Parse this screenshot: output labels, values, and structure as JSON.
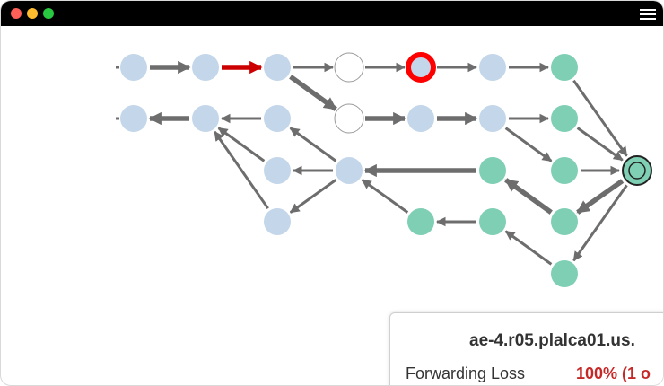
{
  "colors": {
    "window_bg": "#ffffff",
    "titlebar": "#000000",
    "traffic_red": "#fe5f57",
    "traffic_yellow": "#febc2e",
    "traffic_green": "#28c840",
    "node_blue": "#c3d6ea",
    "node_green": "#7fcfb5",
    "node_empty": "#ffffff",
    "node_alert_ring": "#ff0000",
    "edge_gray": "#6d6d6d",
    "edge_red": "#cc0000",
    "loss_red": "#c62828"
  },
  "titlebar": {
    "menu_icon": "hamburger-menu-icon"
  },
  "graph": {
    "nodes": [
      {
        "id": "a1",
        "type": "blue"
      },
      {
        "id": "a2",
        "type": "blue"
      },
      {
        "id": "a3",
        "type": "blue"
      },
      {
        "id": "a4",
        "type": "empty"
      },
      {
        "id": "a5",
        "type": "alert"
      },
      {
        "id": "a6",
        "type": "blue"
      },
      {
        "id": "a7",
        "type": "green"
      },
      {
        "id": "b1",
        "type": "blue"
      },
      {
        "id": "b2",
        "type": "blue"
      },
      {
        "id": "b3",
        "type": "blue"
      },
      {
        "id": "b4",
        "type": "empty"
      },
      {
        "id": "b5",
        "type": "blue"
      },
      {
        "id": "b6",
        "type": "blue"
      },
      {
        "id": "b7",
        "type": "green"
      },
      {
        "id": "c3",
        "type": "blue"
      },
      {
        "id": "c4",
        "type": "blue"
      },
      {
        "id": "c6",
        "type": "green"
      },
      {
        "id": "c7",
        "type": "green"
      },
      {
        "id": "d3",
        "type": "blue"
      },
      {
        "id": "d5",
        "type": "green"
      },
      {
        "id": "d6",
        "type": "green"
      },
      {
        "id": "d7",
        "type": "green"
      },
      {
        "id": "e7",
        "type": "green"
      },
      {
        "id": "hub",
        "type": "destination"
      }
    ],
    "edges": [
      {
        "from": "a1",
        "to": "a2",
        "weight": "thick",
        "color": "gray"
      },
      {
        "from": "a2",
        "to": "a3",
        "weight": "thick",
        "color": "red"
      },
      {
        "from": "a3",
        "to": "a4",
        "weight": "thin",
        "color": "gray"
      },
      {
        "from": "a3",
        "to": "b4",
        "weight": "thick",
        "color": "gray"
      },
      {
        "from": "a4",
        "to": "a5",
        "weight": "thin",
        "color": "gray"
      },
      {
        "from": "a5",
        "to": "a6",
        "weight": "thin",
        "color": "gray"
      },
      {
        "from": "a6",
        "to": "a7",
        "weight": "thin",
        "color": "gray"
      },
      {
        "from": "a7",
        "to": "hub",
        "weight": "thin",
        "color": "gray"
      },
      {
        "from": "b4",
        "to": "b5",
        "weight": "thick",
        "color": "gray"
      },
      {
        "from": "b5",
        "to": "b6",
        "weight": "thick",
        "color": "gray"
      },
      {
        "from": "b6",
        "to": "b7",
        "weight": "thin",
        "color": "gray"
      },
      {
        "from": "b6",
        "to": "c7",
        "weight": "thin",
        "color": "gray"
      },
      {
        "from": "b7",
        "to": "hub",
        "weight": "thin",
        "color": "gray"
      },
      {
        "from": "c7",
        "to": "hub",
        "weight": "thin",
        "color": "gray"
      },
      {
        "from": "b2",
        "to": "b1",
        "weight": "thick",
        "color": "gray"
      },
      {
        "from": "b3",
        "to": "b2",
        "weight": "thin",
        "color": "gray"
      },
      {
        "from": "c3",
        "to": "b2",
        "weight": "thin",
        "color": "gray"
      },
      {
        "from": "d3",
        "to": "b2",
        "weight": "thin",
        "color": "gray"
      },
      {
        "from": "c4",
        "to": "b3",
        "weight": "thin",
        "color": "gray"
      },
      {
        "from": "c4",
        "to": "c3",
        "weight": "thin",
        "color": "gray"
      },
      {
        "from": "c4",
        "to": "d3",
        "weight": "thin",
        "color": "gray"
      },
      {
        "from": "c6",
        "to": "c4",
        "weight": "thick",
        "color": "gray"
      },
      {
        "from": "d5",
        "to": "c4",
        "weight": "thin",
        "color": "gray"
      },
      {
        "from": "d6",
        "to": "d5",
        "weight": "thin",
        "color": "gray"
      },
      {
        "from": "d7",
        "to": "c6",
        "weight": "thick",
        "color": "gray"
      },
      {
        "from": "hub",
        "to": "d7",
        "weight": "thick",
        "color": "gray"
      },
      {
        "from": "hub",
        "to": "e7",
        "weight": "thin",
        "color": "gray"
      },
      {
        "from": "e7",
        "to": "d6",
        "weight": "thin",
        "color": "gray"
      }
    ]
  },
  "tooltip": {
    "title": "ae-4.r05.plalca01.us.",
    "loss_label": "Forwarding Loss",
    "loss_value": "100% (1 o"
  }
}
